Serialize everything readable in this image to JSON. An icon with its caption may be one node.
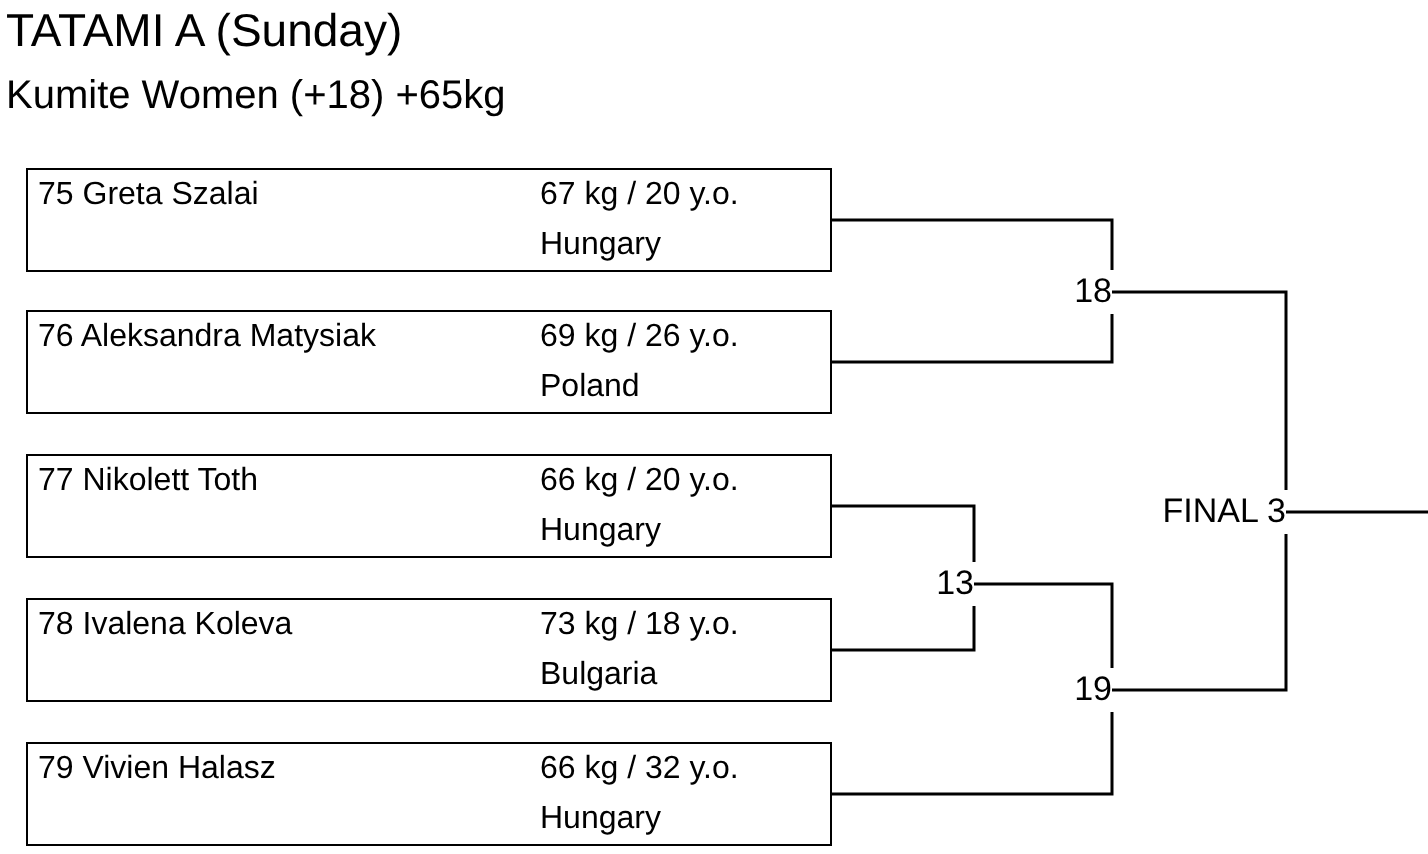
{
  "diagram": {
    "title": "TATAMI A (Sunday)",
    "nodes": [
      {
        "text": [
          "75 Greta Szalai",
          "67 kg / 20 y.o.",
          "Hungary"
        ]
      },
      {
        "text": [
          "76 Aleksandra Matysiak",
          "69 kg / 26 y.o.",
          "Poland"
        ]
      },
      {
        "text": [
          "77 Nikolett Toth",
          "66 kg / 20 y.o.",
          "Hungary"
        ]
      },
      {
        "text": [
          "78 Ivalena Koleva",
          "73 kg / 18 y.o.",
          "Bulgaria"
        ]
      },
      {
        "text": [
          "79 Vivien Halasz",
          "66 kg / 32 y.o.",
          "Hungary"
        ]
      },
      {
        "text": [
          "18"
        ]
      },
      {
        "text": [
          "13"
        ]
      },
      {
        "text": [
          "19"
        ]
      },
      {
        "text": [
          "FINAL 3"
        ]
      }
    ],
    "edges": [
      {
        "from": 0,
        "to": 5,
        "arrow": "none"
      },
      {
        "from": 1,
        "to": 5,
        "arrow": "none"
      },
      {
        "from": 2,
        "to": 6,
        "arrow": "none"
      },
      {
        "from": 3,
        "to": 6,
        "arrow": "none"
      },
      {
        "from": 6,
        "to": 7,
        "arrow": "none"
      },
      {
        "from": 4,
        "to": 7,
        "arrow": "none"
      },
      {
        "from": 5,
        "to": 8,
        "arrow": "none"
      },
      {
        "from": 7,
        "to": 8,
        "arrow": "none"
      },
      {
        "from": 8,
        "to": null,
        "arrow": "none"
      }
    ],
    "labels": [
      "Kumite Women (+18) +65kg"
    ]
  }
}
